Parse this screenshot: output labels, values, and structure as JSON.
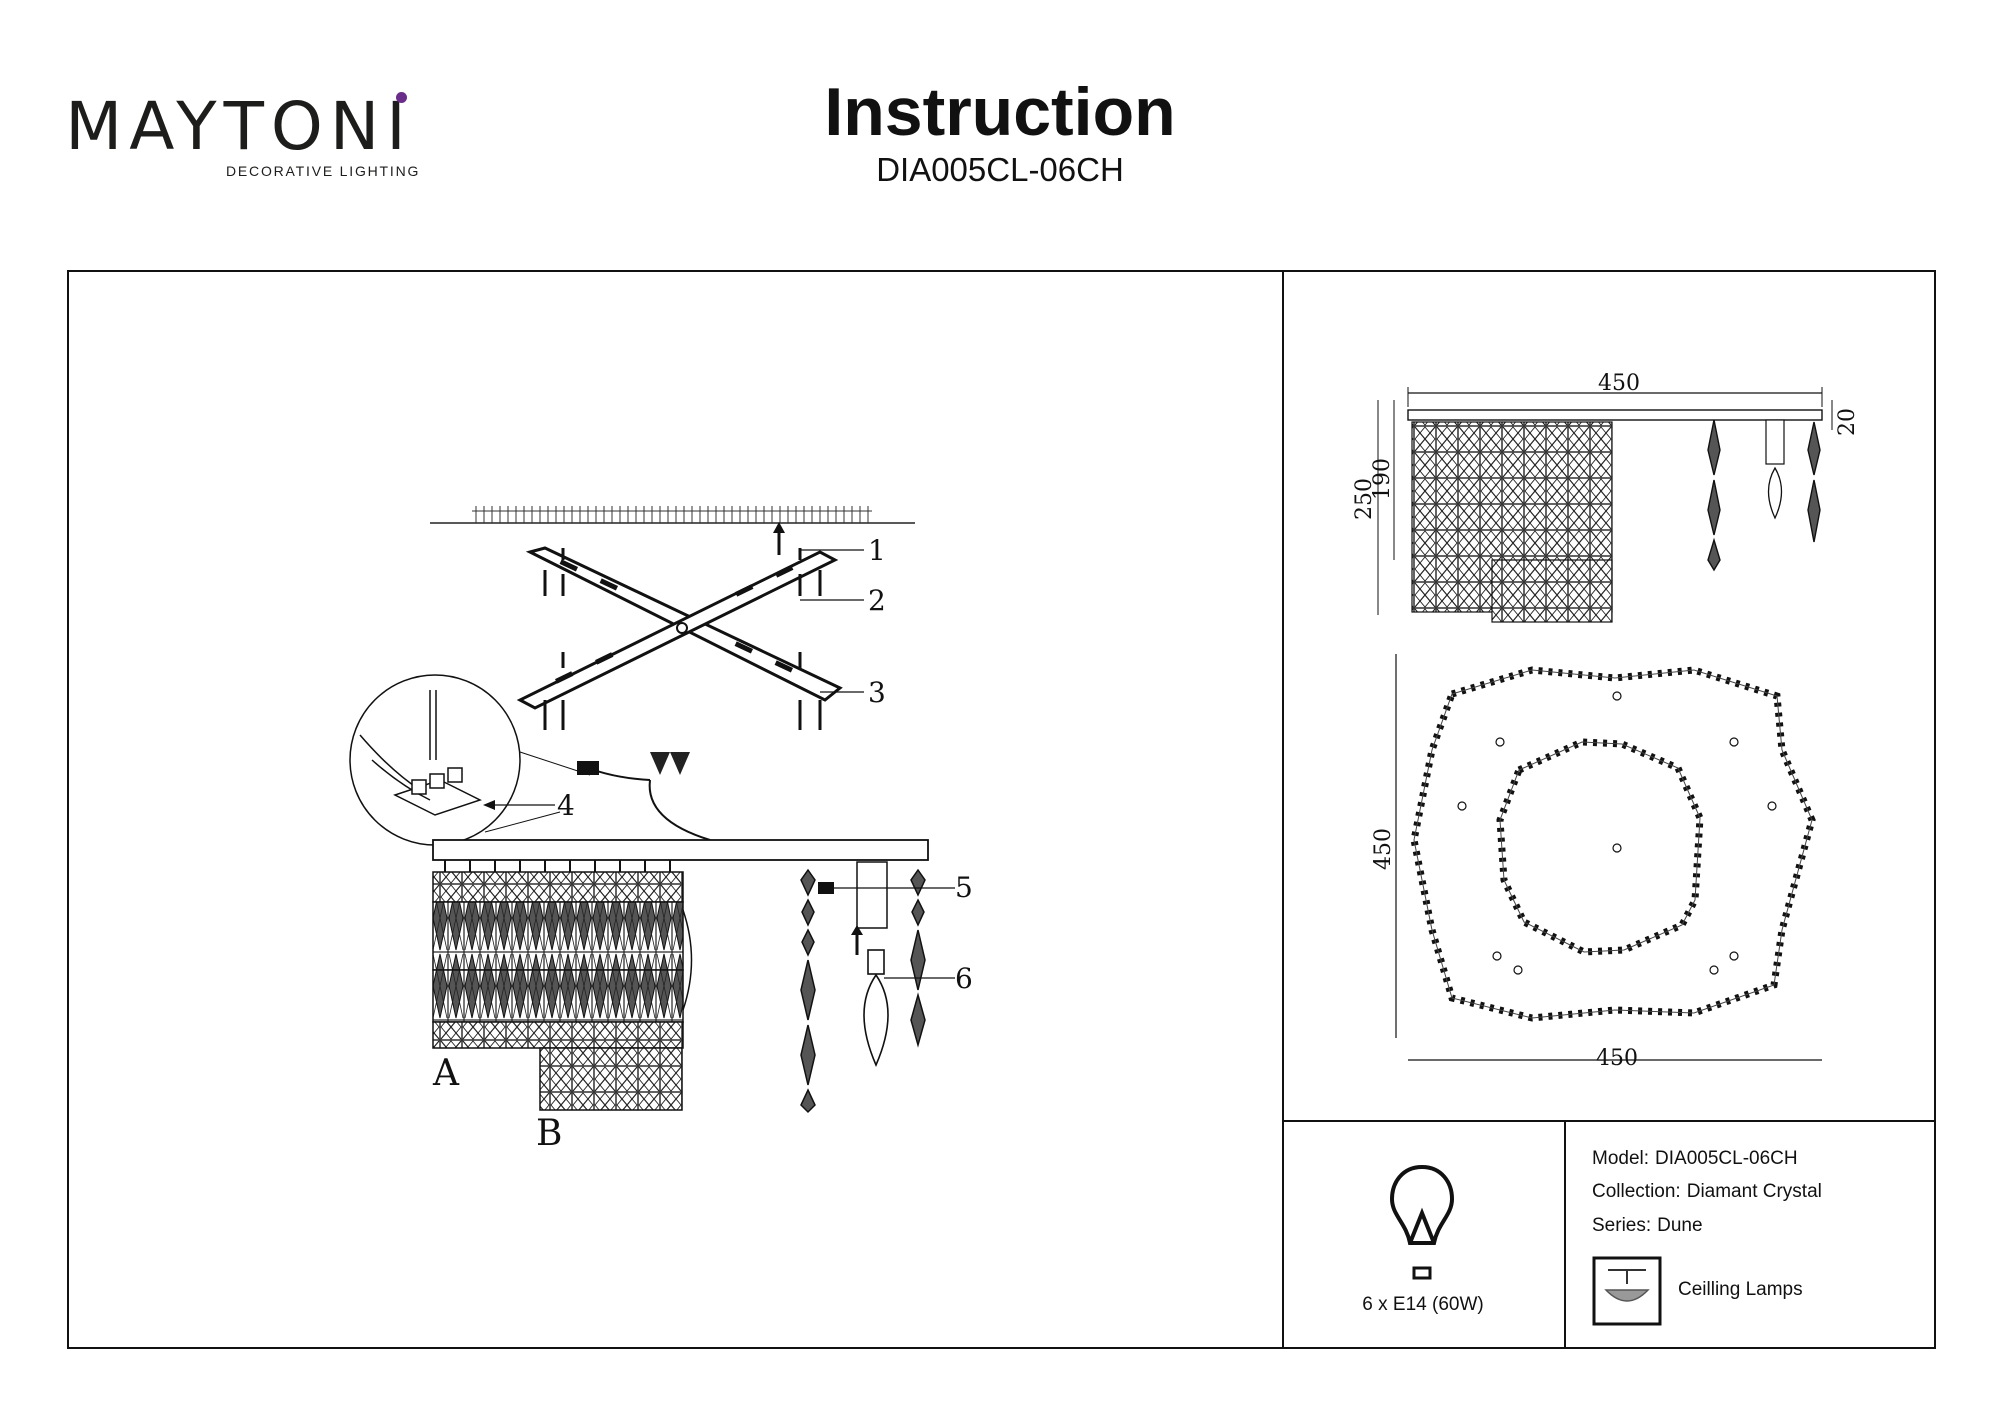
{
  "header": {
    "logo_text": "MAYTONI",
    "logo_tagline": "DECORATIVE LIGHTING",
    "title": "Instruction",
    "model_code": "DIA005CL-06CH"
  },
  "assembly": {
    "callouts": [
      "1",
      "2",
      "3",
      "4",
      "5",
      "6"
    ],
    "parts": [
      "A",
      "B"
    ]
  },
  "dimensions": {
    "side_width": "450",
    "side_height_total": "250",
    "side_height_body": "190",
    "canopy_height": "20",
    "top_height": "450",
    "top_width": "450"
  },
  "spec": {
    "lamps": "6 x E14 (60W)",
    "model_label": "Model:",
    "model_value": "DIA005CL-06CH",
    "collection_label": "Collection:",
    "collection_value": "Diamant Crystal",
    "series_label": "Series:",
    "series_value": "Dune",
    "type": "Ceilling Lamps"
  },
  "icons": [
    "bulb-icon",
    "ceiling-lamp-icon"
  ]
}
